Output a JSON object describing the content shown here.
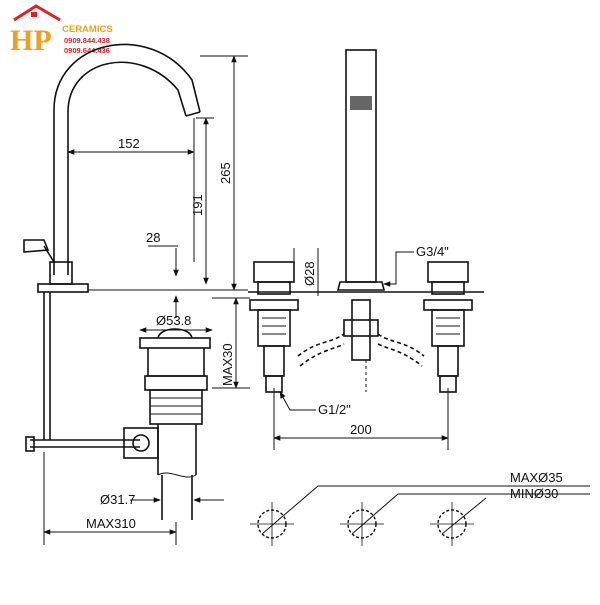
{
  "logo": {
    "letters": "HP",
    "brand": "CERAMICS",
    "phone1": "0909.844.438",
    "phone2": "0909.644.436",
    "colors": {
      "orange": "#f0a020",
      "red": "#e02020"
    }
  },
  "dimensions": {
    "spout_reach": "152",
    "total_height": "265",
    "spout_height": "191",
    "deck_gap": "28",
    "handle_diameter": "Ø28",
    "outlet_thread": "G3/4\"",
    "drain_diameter": "Ø53.8",
    "max_deck": "MAX30",
    "inlet_thread": "G1/2\"",
    "valve_spacing": "200",
    "rod_diameter": "Ø31.7",
    "max_rod": "MAX310",
    "hole_max": "MAXØ35",
    "hole_min": "MINØ30"
  }
}
